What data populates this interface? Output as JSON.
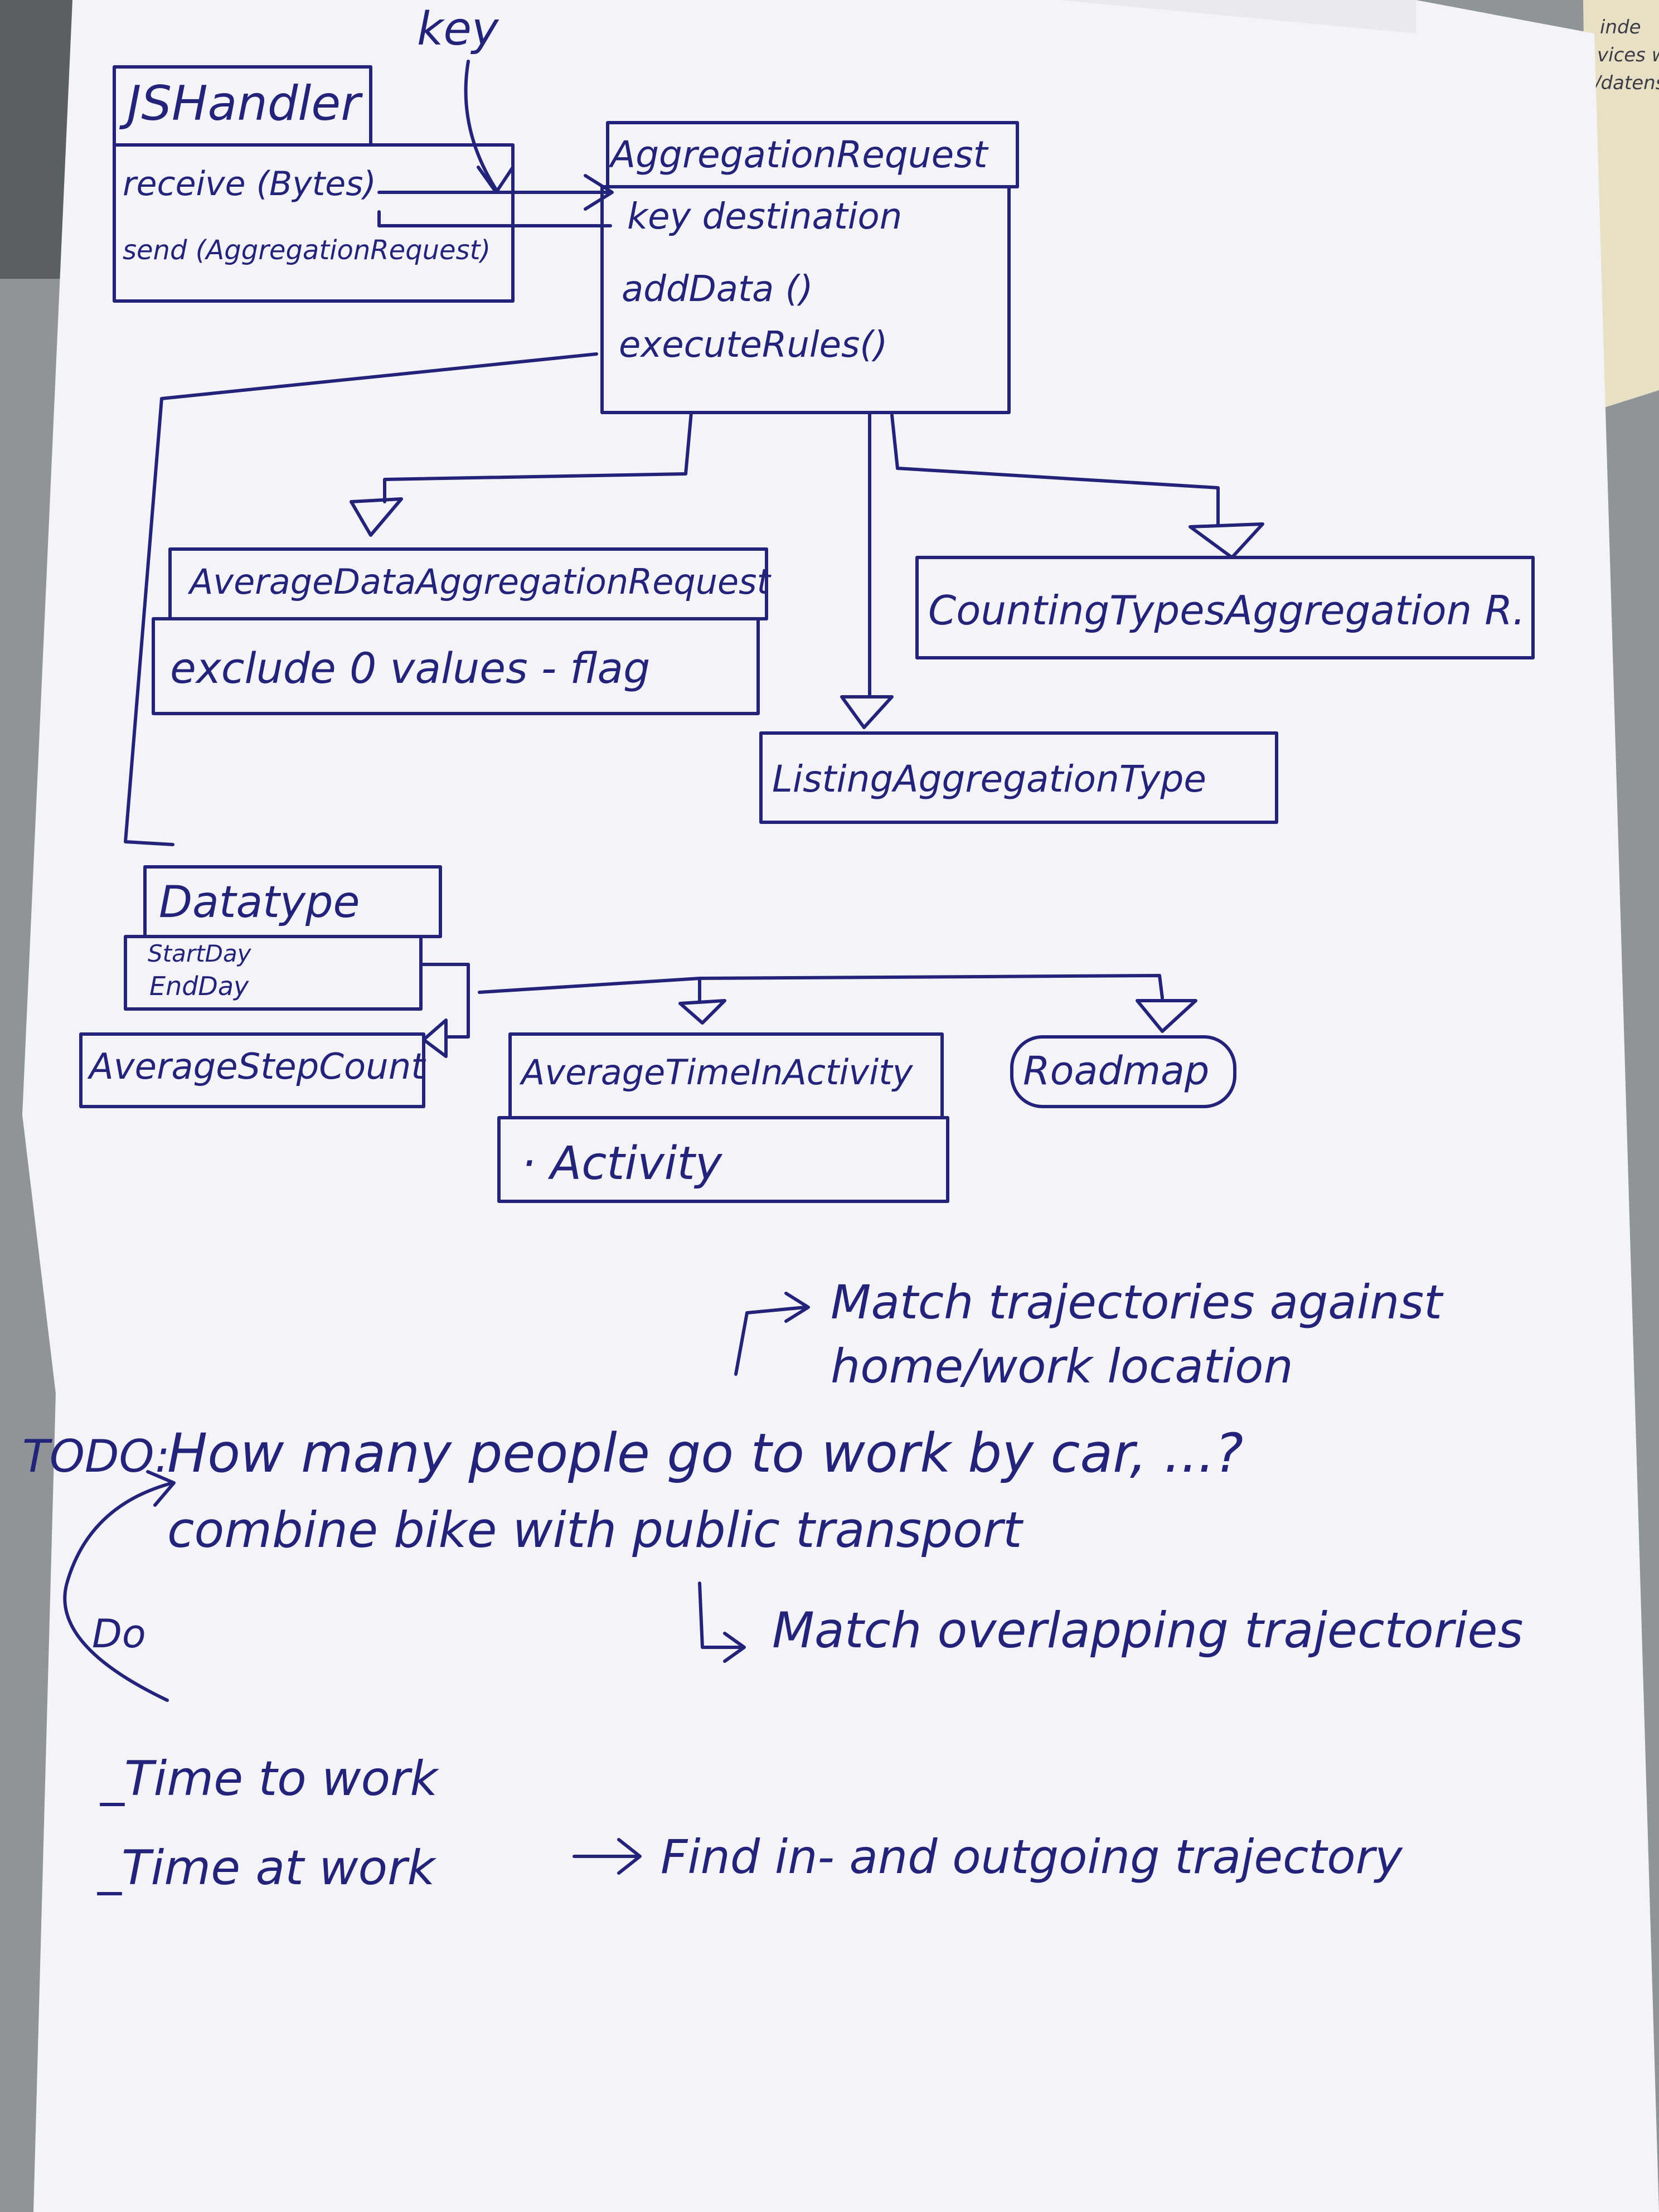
{
  "colors": {
    "ink": "#23237a",
    "paper": "#f4f4f8",
    "desk": "#8f9498",
    "background_paper": "#e8e0c4"
  },
  "diagram": {
    "key_label": "key",
    "classes": {
      "json_handler": {
        "title": "JSHandler",
        "methods": [
          "receive (Bytes)",
          "send (AggregationRequest)"
        ]
      },
      "aggregation_request": {
        "title": "AggregationRequest",
        "members": [
          "key destination",
          "addData ()",
          "executeRules()"
        ]
      },
      "average_data_aggregation_request": {
        "title": "AverageDataAggregationRequest",
        "members": [
          "exclude 0 values - flag"
        ]
      },
      "counting_types_aggregation": {
        "title": "CountingTypesAggregation R."
      },
      "listing_aggregation_type": {
        "title": "ListingAggregationType"
      },
      "datatype": {
        "title": "Datatype",
        "members": [
          "StartDay",
          "EndDay"
        ]
      },
      "average_step_count": {
        "title": "AverageStepCount"
      },
      "average_time_in_activity": {
        "title": "AverageTimeInActivity",
        "members": [
          "· Activity"
        ]
      },
      "roadmap": {
        "title": "Roadmap"
      }
    }
  },
  "notes": {
    "match_home_work": [
      "Match trajectories against",
      "home/work location"
    ],
    "todo_label": "TODO:",
    "todo_question": "How many people go to work by car, ...?",
    "combine_line": "combine bike with public transport",
    "overlapping_line": "Match overlapping trajectories",
    "do_label": "Do",
    "time_to_work": "_Time to work",
    "time_at_work": "_Time at work",
    "find_outgoing": "Find in- and outgoing trajectory"
  },
  "background_paper_text": [
    "inde",
    "vices ww",
    "/datensch"
  ]
}
